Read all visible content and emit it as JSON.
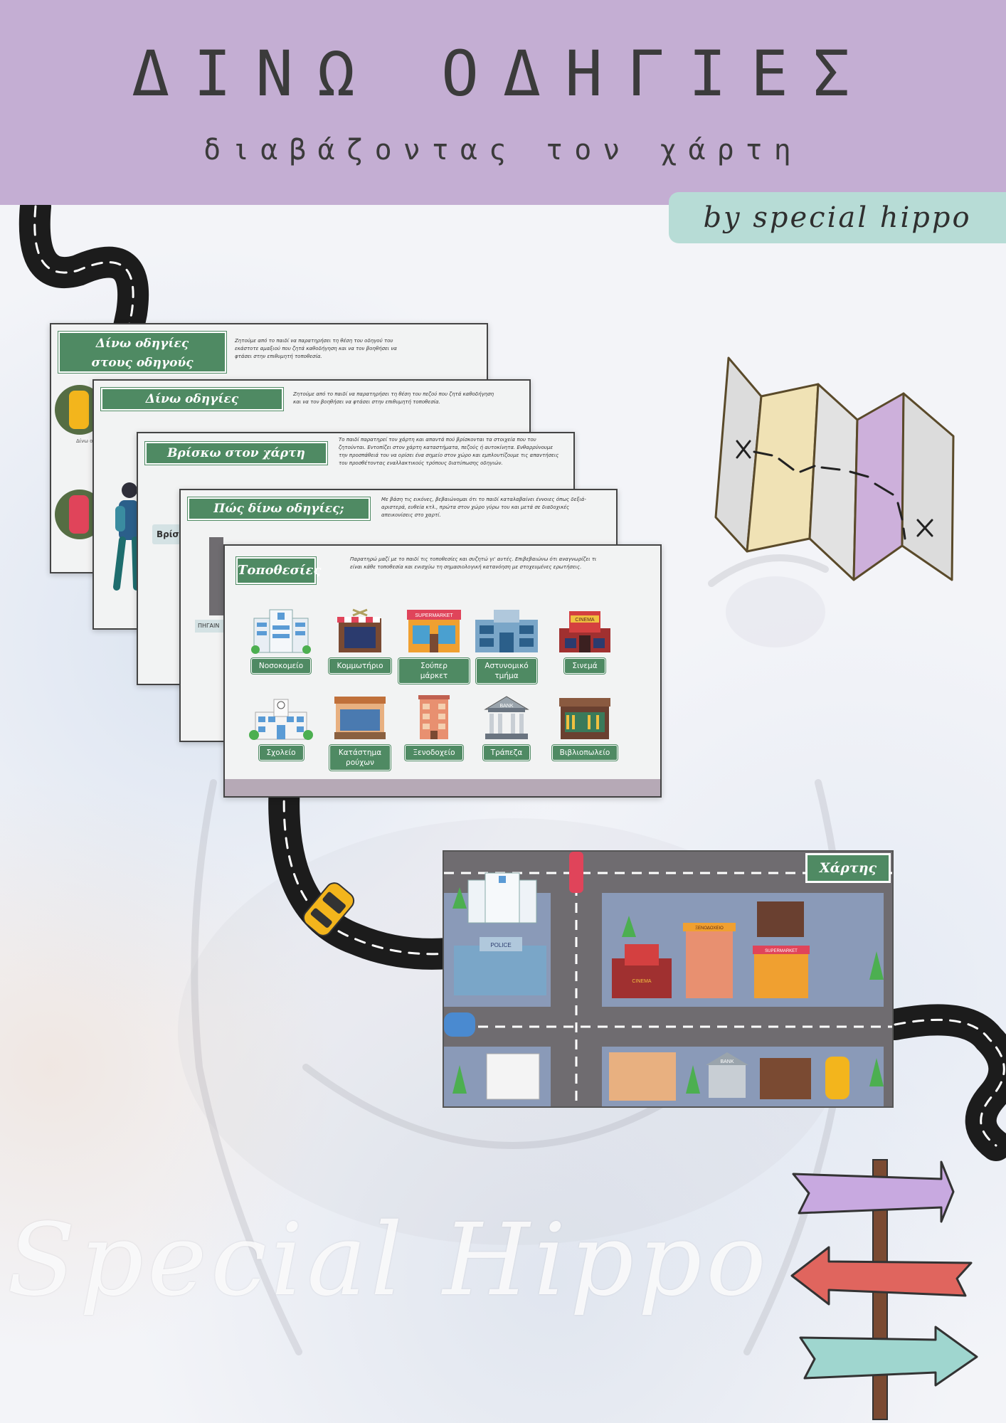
{
  "header": {
    "title": "ΔΙΝΩ ΟΔΗΓΙΕΣ",
    "subtitle": "διαβάζοντας τον χάρτη",
    "byline": "by special hippo"
  },
  "slides": [
    {
      "title_lines": [
        "Δίνω οδηγίες",
        "στους οδηγούς"
      ],
      "text": "Ζητούμε από το παιδί να παρατηρήσει τη θέση του οδηγού του εκάστοτε αμαξιού που ζητά καθοδήγηση και να τον βοηθήσει να φτάσει στην επιθυμητή τοποθεσία.",
      "side_caption": "Δίνω οδηγίες ξε"
    },
    {
      "title": "Δίνω οδηγίες",
      "text": "Ζητούμε από το παιδί να παρατηρήσει τη θέση του πεζού που ζητά καθοδήγηση και να τον βοηθήσει να φτάσει στην επιθυμητή τοποθεσία."
    },
    {
      "title": "Βρίσκω στον χάρτη",
      "text": "Το παιδί παρατηρεί τον χάρτη και απαντά πού βρίσκονται τα στοιχεία που του ζητούνται. Εντοπίζει στον χάρτη καταστήματα, πεζούς ή αυτοκίνητα. Ενθαρρύνουμε την προσπάθειά του να ορίσει ένα σημείο στον χώρο και εμπλουτίζουμε τις απαντήσεις του προσθέτοντας εναλλακτικούς τρόπους διατύπωσης οδηγιών.",
      "side_caption": "Βρίσ"
    },
    {
      "title": "Πώς δίνω οδηγίες;",
      "text": "Με βάση τις εικόνες, βεβαιώνομαι ότι το παιδί καταλαβαίνει έννοιες όπως δεξιά-αριστερά, ευθεία κτλ., πρώτα στον χώρο γύρω του και μετά σε διαδοχικές απεικονίσεις στο χαρτί.",
      "side_caption": "ΠΗΓΑΙΝ"
    },
    {
      "title": "Τοποθεσίες",
      "text": "Παρατηρώ μαζί με το παιδί τις τοποθεσίες και συζητώ γι' αυτές. Επιβεβαιώνω ότι αναγνωρίζει τι είναι κάθε τοποθεσία και ενισχύω τη σημασιολογική κατανόηση με στοχευμένες ερωτήσεις.",
      "locations": [
        {
          "label": "Νοσοκομείο",
          "icon": "hospital-icon"
        },
        {
          "label": "Κομμωτήριο",
          "icon": "barbershop-icon"
        },
        {
          "label": "Σούπερ μάρκετ",
          "icon": "supermarket-icon"
        },
        {
          "label": "Αστυνομικό τμήμα",
          "icon": "police-station-icon"
        },
        {
          "label": "Σινεμά",
          "icon": "cinema-icon"
        },
        {
          "label": "Σχολείο",
          "icon": "school-icon"
        },
        {
          "label": "Κατάστημα ρούχων",
          "icon": "clothing-store-icon"
        },
        {
          "label": "Ξενοδοχείο",
          "icon": "hotel-icon"
        },
        {
          "label": "Τράπεζα",
          "icon": "bank-icon"
        },
        {
          "label": "Βιβλιοπωλείο",
          "icon": "bookstore-icon"
        }
      ],
      "sign_texts": [
        "SUPERMARKET",
        "CINEMA",
        "BANK"
      ]
    }
  ],
  "map": {
    "label": "Χάρτης",
    "sign_texts": [
      "POLICE",
      "ΞΕΝΟΔΟΧΕΙΟ",
      "SUPERMARKET",
      "CINEMA",
      "BANK"
    ]
  },
  "watermark": "Special Hippo",
  "colors": {
    "header": "#c4aed3",
    "byline": "#b7dcd6",
    "slide_title": "#4f8a63",
    "sign_purple": "#c8a9e0",
    "sign_red": "#e0655e",
    "sign_teal": "#9fd6cf"
  }
}
